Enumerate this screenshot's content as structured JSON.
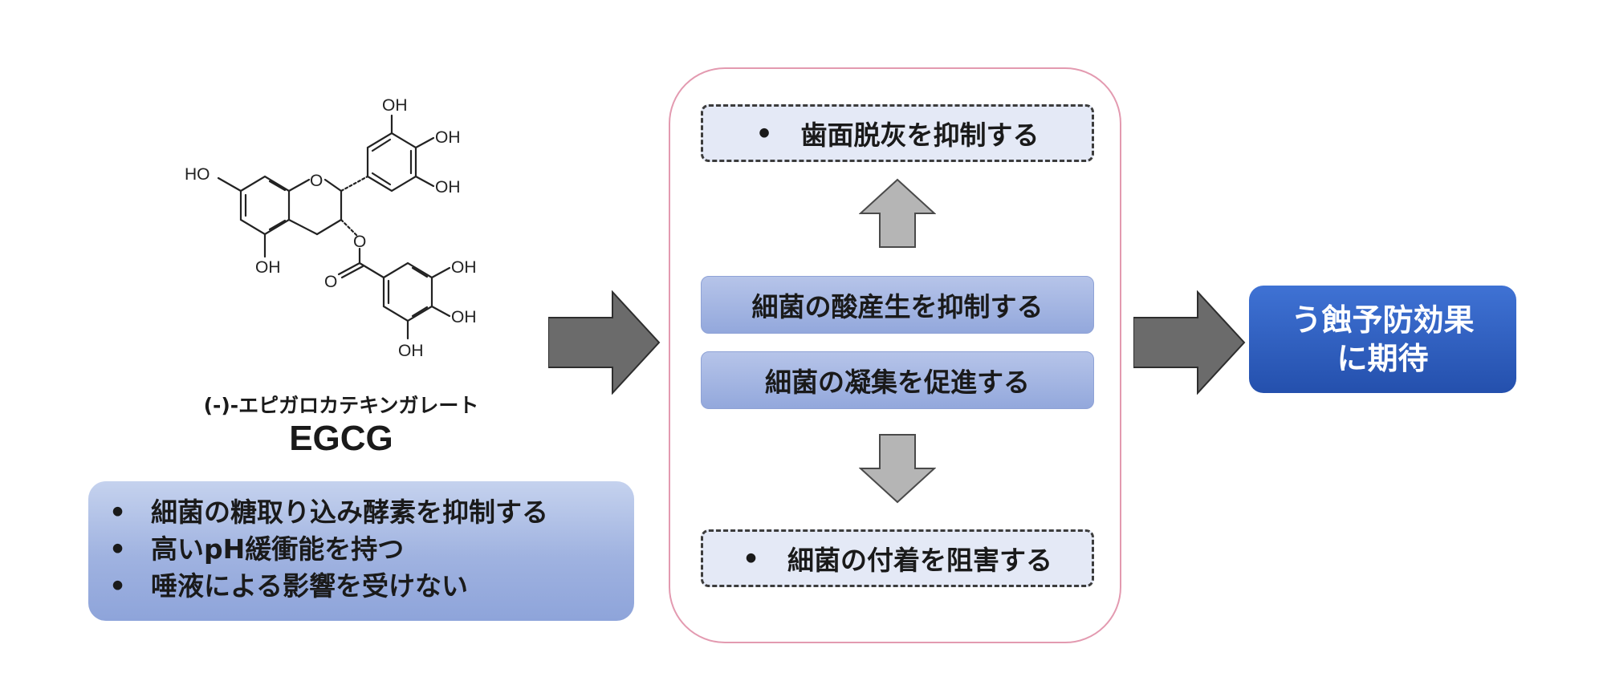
{
  "molecule": {
    "labels": {
      "oh_top": "OH",
      "oh_upper_right": "OH",
      "oh_right_mid": "OH",
      "ho_left": "HO",
      "oh_bottom_a": "OH",
      "ring_o": "O",
      "ester_o": "O",
      "carbonyl_o": "O",
      "oh_ester_1": "OH",
      "oh_ester_2": "OH",
      "oh_ester_3": "OH"
    },
    "name": "(-)-エピガロカテキンガレート",
    "abbreviation": "EGCG"
  },
  "properties": {
    "bullet": "•",
    "items": [
      {
        "text": "細菌の糖取り込み酵素を抑制する"
      },
      {
        "text": "高いpH緩衝能を持つ"
      },
      {
        "text": "唾液による影響を受けない"
      }
    ]
  },
  "effects": {
    "bullet": "•",
    "top": "歯面脱灰を抑制する",
    "middle_1": "細菌の酸産生を抑制する",
    "middle_2": "細菌の凝集を促進する",
    "bottom": "細菌の付着を阻害する"
  },
  "result": {
    "line1": "う蝕予防効果",
    "line2": "に期待"
  },
  "colors": {
    "arrow_dark": "#6b6b6b",
    "arrow_light": "#b5b5b5",
    "frame_border": "#e39ab0",
    "result_bg": "#2f5fc4",
    "box_blue": "#9fb2e0"
  }
}
